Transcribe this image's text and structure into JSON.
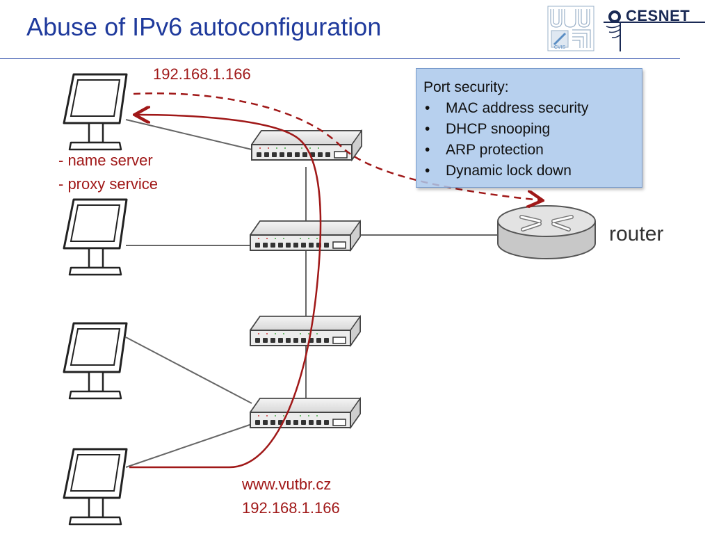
{
  "title": "Abuse of IPv6 autoconfiguration",
  "logos": {
    "cesnet": "CESNET",
    "cvis": "CVIS"
  },
  "labels": {
    "attacker_ip": "192.168.1.166",
    "name_server": "- name server",
    "proxy_service": "- proxy service",
    "router": "router",
    "victim_host": "www.vutbr.cz",
    "victim_ip": "192.168.1.166"
  },
  "callout": {
    "heading": "Port security:",
    "bullet": "•",
    "items": [
      "MAC address security",
      "DHCP snooping",
      "ARP protection",
      "Dynamic lock down"
    ]
  },
  "colors": {
    "title": "#1f3a9c",
    "path": "#a01818",
    "callout": "#aac8eb"
  }
}
